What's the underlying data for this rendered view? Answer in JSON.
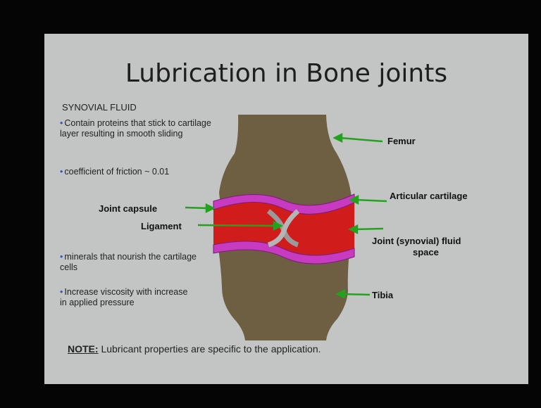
{
  "slide": {
    "title": "Lubrication in Bone joints",
    "subtitle": "SYNOVIAL FLUID",
    "bullets": [
      "Contain proteins that stick to cartilage layer resulting in smooth sliding",
      "coefficient of friction ~ 0.01",
      "minerals that nourish the cartilage cells",
      "Increase viscosity with increase in applied pressure"
    ],
    "labels": {
      "femur": "Femur",
      "articular_cartilage": "Articular cartilage",
      "joint_capsule": "Joint capsule",
      "ligament": "Ligament",
      "joint_fluid_1": "Joint (synovial) fluid",
      "joint_fluid_2": "space",
      "tibia": "Tibia"
    },
    "note_label": "NOTE:",
    "note_text": " Lubricant properties are specific to the application."
  },
  "colors": {
    "bone": "#6e5f43",
    "cartilage": "#c63bbf",
    "fluid": "#d11c1c",
    "arrow": "#23a21d"
  }
}
